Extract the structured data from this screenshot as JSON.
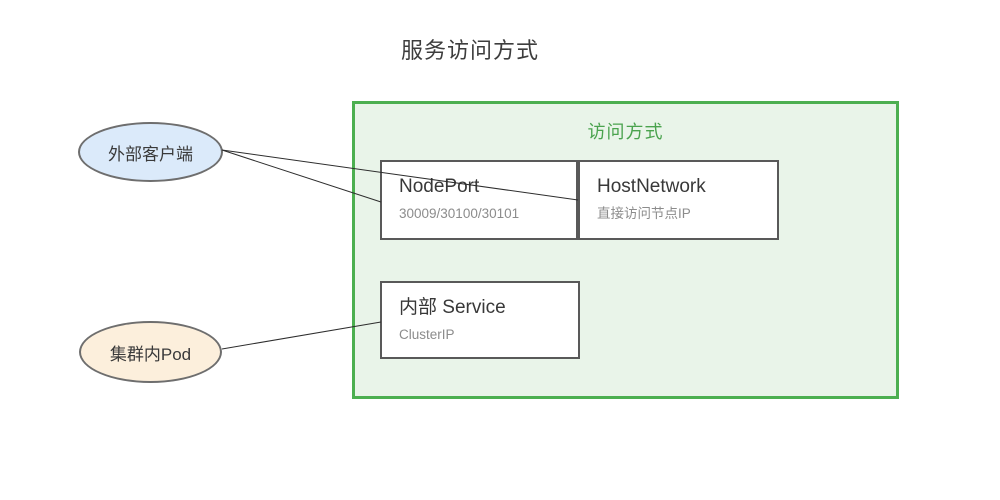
{
  "title": "服务访问方式",
  "group": {
    "label": "访问方式"
  },
  "nodes": {
    "external_client": {
      "label": "外部客户端"
    },
    "cluster_pod": {
      "label": "集群内Pod"
    },
    "nodeport": {
      "title": "NodePort",
      "subtitle": "30009/30100/30101"
    },
    "hostnetwork": {
      "title": "HostNetwork",
      "subtitle": "直接访问节点IP"
    },
    "internal_service": {
      "title": "内部 Service",
      "subtitle": "ClusterIP"
    }
  },
  "connections": [
    {
      "from": "外部客户端",
      "to": "NodePort"
    },
    {
      "from": "外部客户端",
      "to": "HostNetwork"
    },
    {
      "from": "集群内Pod",
      "to": "内部 Service"
    }
  ],
  "colors": {
    "group_border": "#4caf50",
    "group_fill": "#e9f4e9",
    "group_label_text": "#4aa34e",
    "node_border": "#595959",
    "node_title_text": "#383838",
    "node_subtitle_text": "#8c8c8c",
    "external_client_fill": "#dbeafa",
    "cluster_pod_fill": "#fcefdc",
    "ellipse_border": "#6e6e6e",
    "connector_stroke": "#2d2d2d",
    "title_text": "#3d3d3d"
  }
}
